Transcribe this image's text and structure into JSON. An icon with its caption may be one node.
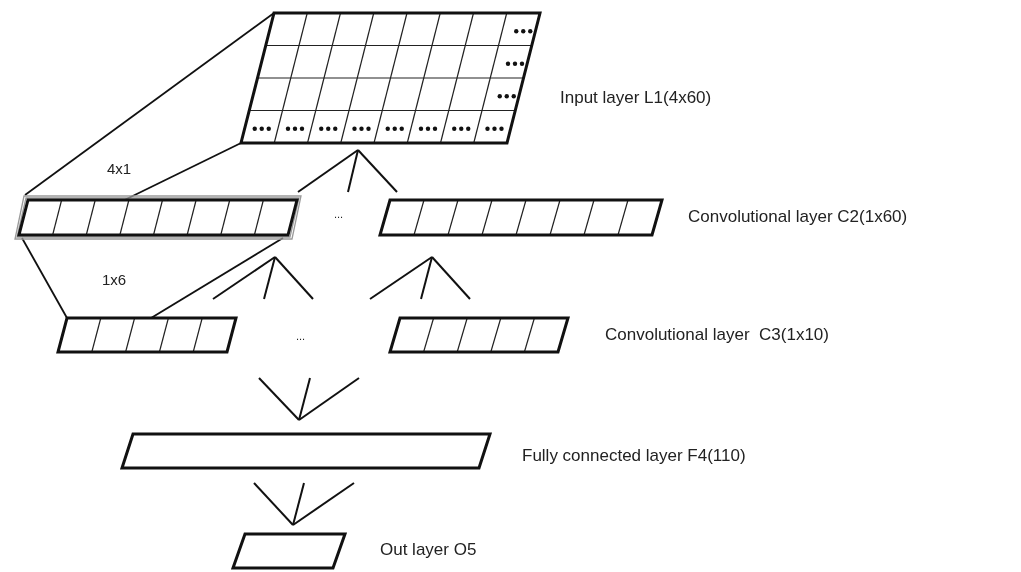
{
  "diagram": {
    "nodes": [
      {
        "text": [],
        "shape": "parallelogram",
        "beside": [
          "Input layer L1(4x60)"
        ]
      },
      {
        "text": [],
        "shape": "parallelogram"
      },
      {
        "text": [],
        "shape": "parallelogram",
        "beside": [
          "Convolutional layer C2(1x60)"
        ]
      },
      {
        "text": [],
        "shape": "parallelogram"
      },
      {
        "text": [],
        "shape": "parallelogram",
        "beside": [
          "Convolutional layer  C3(1x10)"
        ]
      },
      {
        "text": [],
        "shape": "parallelogram",
        "beside": [
          "Fully connected layer F4(110)"
        ]
      },
      {
        "text": [],
        "shape": "parallelogram",
        "beside": [
          "Out layer O5"
        ]
      }
    ],
    "edges": [
      {
        "from": 0,
        "to": 1,
        "arrow": "none"
      },
      {
        "from": 0,
        "to": 1,
        "arrow": "none"
      },
      {
        "from": 1,
        "to": 3,
        "arrow": "none"
      },
      {
        "from": 1,
        "to": 3,
        "arrow": "none"
      }
    ],
    "labels": [
      "4x1",
      "...",
      "1x6",
      "..."
    ]
  }
}
